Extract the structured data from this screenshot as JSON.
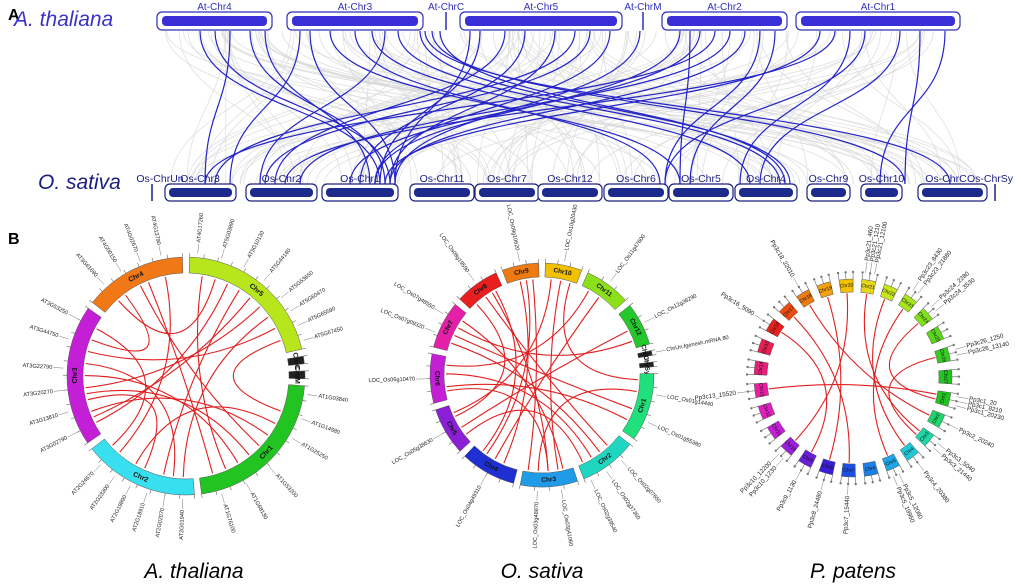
{
  "panel_a": {
    "letter": "A",
    "species_top": "A. thaliana",
    "species_bottom": "O. sativa",
    "top_chromosomes": [
      "At-Chr4",
      "At-Chr3",
      "At-ChrC",
      "At-Chr5",
      "At-ChrM",
      "At-Chr2",
      "At-Chr1"
    ],
    "bottom_chromosomes": [
      "Os-ChrUn",
      "Os-Chr3",
      "Os-Chr2",
      "Os-Chr1",
      "Os-Chr11",
      "Os-Chr7",
      "Os-Chr12",
      "Os-Chr6",
      "Os-Chr5",
      "Os-Chr4",
      "Os-Chr9",
      "Os-Chr10",
      "Os-ChrC",
      "Os-ChrSy"
    ]
  },
  "panel_b": {
    "letter": "B",
    "circle1": {
      "species": "A. thaliana",
      "chromosomes": [
        "Chr1",
        "Chr2",
        "Chr3",
        "Chr4",
        "Chr5",
        "ChrC",
        "ChrM"
      ],
      "genes": [
        "AT1G03840",
        "AT1G14580",
        "AT1G25250",
        "AT1G53200",
        "AT1G68130",
        "AT1G76100",
        "AT2G01940",
        "AT2G02070",
        "AT2G18910",
        "AT2G19890",
        "AT2G23300",
        "AT2G24670",
        "AT3G02790",
        "AT3G13810",
        "AT3G20270",
        "AT3G22790",
        "AT3G44750",
        "AT3G53250",
        "AT3G61690",
        "AT4G00150",
        "AT4G02670",
        "AT4G13790",
        "AT4G17260",
        "AT5G03890",
        "AT5G10130",
        "AT5G44160",
        "AT5G53650",
        "AT5G60470",
        "AT5G65590",
        "AT5G67450"
      ]
    },
    "circle2": {
      "species": "O. sativa",
      "chromosomes": [
        "Chr1",
        "Chr2",
        "Chr3",
        "Chr4",
        "Chr5",
        "Chr6",
        "Chr7",
        "Chr8",
        "Chr9",
        "Chr10",
        "Chr11",
        "Chr12",
        "ChrUn",
        "ChrSy",
        "ChrC"
      ],
      "genes": [
        "LOC_Os01g14440",
        "LOC_Os01g55380",
        "LOC_Os02g07650",
        "LOC_Os02g37360",
        "LOC_Os02g39540",
        "LOC_Os03g41060",
        "LOC_Os03g48870",
        "LOC_Os04g49310",
        "LOC_Os05g38630",
        "LOC_Os06g10470",
        "LOC_Os07g09320",
        "LOC_Os07g48550",
        "LOC_Os08g19590",
        "LOC_Os09g10620",
        "LOC_Os10g20430",
        "LOC_Os11g47600",
        "LOC_Os12g38290",
        "ChrUn.fgenesh.mRNA.80"
      ]
    },
    "circle3": {
      "species": "P. patens",
      "chromosomes": [
        "Chr1",
        "Chr2",
        "Chr3",
        "Chr4",
        "Chr5",
        "Chr6",
        "Chr7",
        "Chr8",
        "Chr9",
        "Chr10",
        "Chr11",
        "Chr12",
        "Chr13",
        "Chr14",
        "Chr15",
        "Chr16",
        "Chr17",
        "Chr18",
        "Chr19",
        "Chr20",
        "Chr21",
        "Chr22",
        "Chr23",
        "Chr24",
        "Chr25",
        "Chr26",
        "Chr27"
      ],
      "genes": [
        "Pp3c1_20",
        "Pp3c1_8210",
        "Pp3c1_20230",
        "Pp3c2_20240",
        "Pp3c3_5040",
        "Pp3c3_21440",
        "Pp3c13_15520",
        "Pp3c26_1250",
        "Pp3c26_13140",
        "Pp3c7_15440",
        "Pp3c8_24480",
        "Pp3c9_1130",
        "Pp3c10_1230",
        "Pp3c10_12200",
        "Pp3c16_5090",
        "Pp3c18_22010",
        "Pp3c21_460",
        "Pp3c21_1210",
        "Pp3c21_12100",
        "Pp3c23_8430",
        "Pp3c23_21880",
        "Pp3c24_2280",
        "Pp3c24_3530",
        "Pp3c5_12060",
        "Pp3c5_19950",
        "Pp3c4_20380"
      ]
    }
  }
}
